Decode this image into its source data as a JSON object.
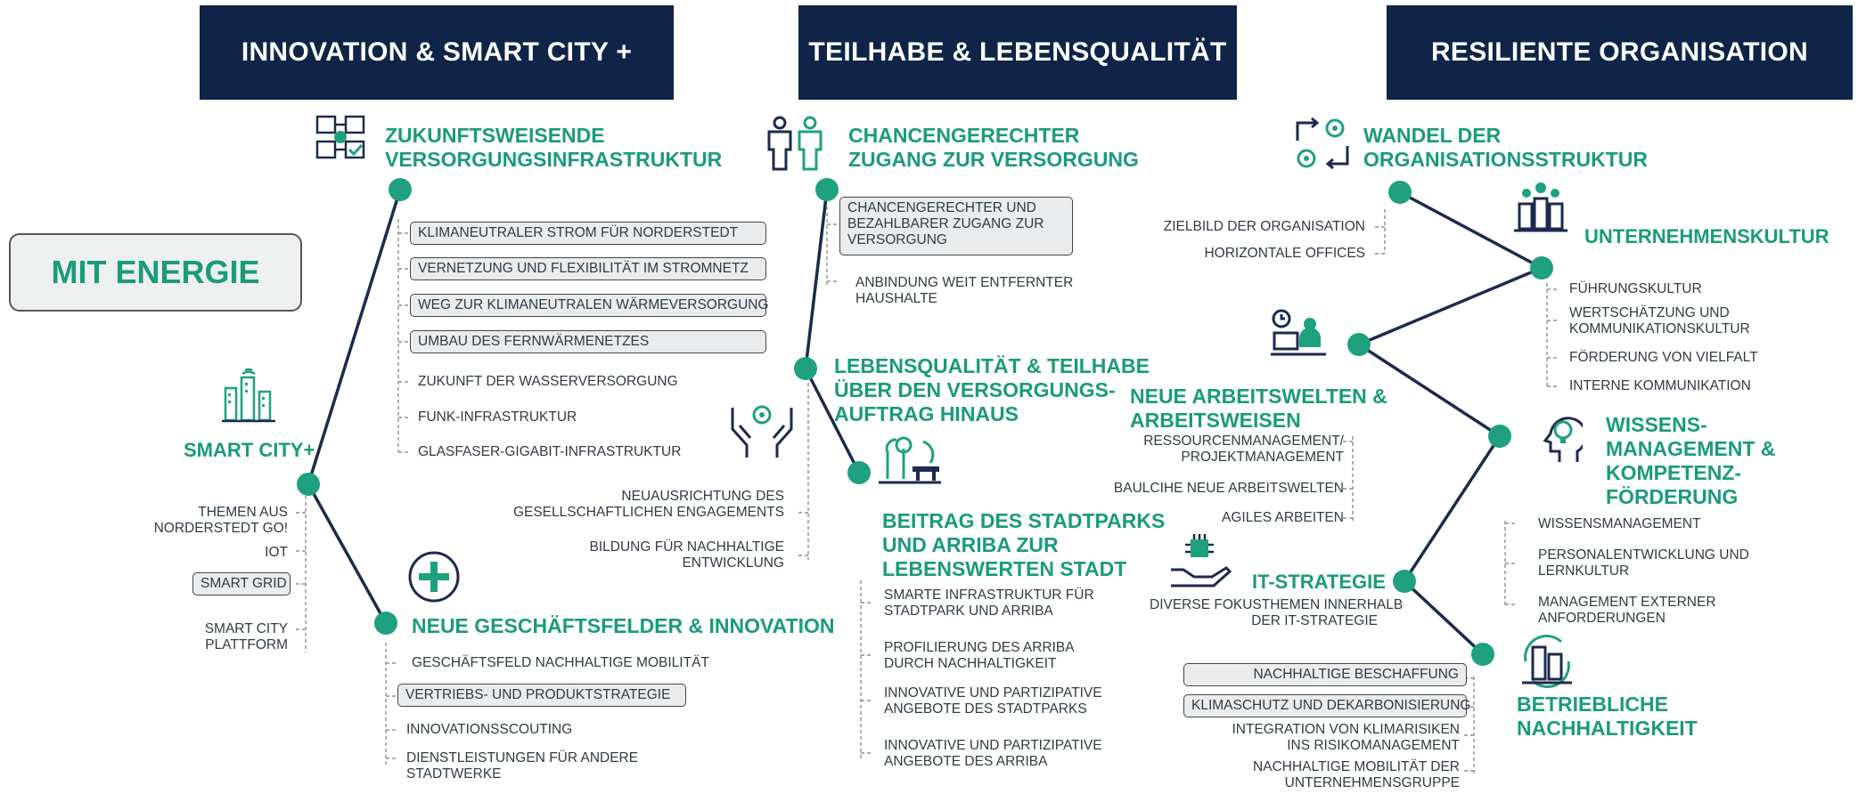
{
  "headers": [
    "INNOVATION & SMART CITY +",
    "TEILHABE & LEBENSQUALITÄT",
    "RESILIENTE ORGANISATION"
  ],
  "main": "MIT ENERGIE",
  "col1": {
    "zukunft": {
      "title": [
        "ZUKUNFTSWEISENDE",
        "VERSORGUNGSINFRASTRUKTUR"
      ],
      "items": [
        "KLIMANEUTRALER STROM FÜR NORDERSTEDT",
        "VERNETZUNG UND FLEXIBILITÄT IM STROMNETZ",
        "WEG ZUR KLIMANEUTRALEN WÄRMEVERSORGUNG",
        "UMBAU DES FERNWÄRMENETZES",
        "ZUKUNFT DER WASSERVERSORGUNG",
        "FUNK-INFRASTRUKTUR",
        "GLASFASER-GIGABIT-INFRASTRUKTUR"
      ]
    },
    "smart": {
      "title": "SMART CITY+",
      "items": [
        "THEMEN AUS",
        "NORDERSTEDT GO!",
        "IOT",
        "SMART GRID",
        "SMART CITY",
        "PLATTFORM"
      ]
    },
    "neue": {
      "title": "NEUE GESCHÄFTSFELDER & INNOVATION",
      "items": [
        "GESCHÄFTSFELD NACHHALTIGE MOBILITÄT",
        "VERTRIEBS- UND PRODUKTSTRATEGIE",
        "INNOVATIONSSCOUTING",
        "DIENSTLEISTUNGEN FÜR ANDERE",
        "STADTWERKE"
      ]
    }
  },
  "col2": {
    "chancen": {
      "title": [
        "CHANCENGERECHTER",
        "ZUGANG ZUR VERSORGUNG"
      ],
      "items": [
        "CHANCENGERECHTER UND",
        "BEZAHLBARER ZUGANG ZUR",
        "VERSORGUNG",
        "ANBINDUNG WEIT ENTFERNTER",
        "HAUSHALTE"
      ]
    },
    "leben": {
      "title": [
        "LEBENSQUALITÄT  & TEILHABE",
        "ÜBER DEN VERSORGUNGS-",
        "AUFTRAG HINAUS"
      ],
      "items": [
        "NEUAUSRICHTUNG DES",
        "GESELLSCHAFTLICHEN ENGAGEMENTS",
        "BILDUNG FÜR NACHHALTIGE",
        "ENTWICKLUNG"
      ]
    },
    "beitrag": {
      "title": [
        "BEITRAG DES STADTPARKS",
        "UND ARRIBA ZUR",
        "LEBENSWERTEN STADT"
      ],
      "items": [
        "SMARTE INFRASTRUKTUR FÜR",
        "STADTPARK UND ARRIBA",
        "PROFILIERUNG DES ARRIBA",
        "DURCH NACHHALTIGKEIT",
        "INNOVATIVE UND PARTIZIPATIVE",
        "ANGEBOTE DES STADTPARKS",
        "INNOVATIVE UND PARTIZIPATIVE",
        "ANGEBOTE DES ARRIBA"
      ]
    }
  },
  "col3": {
    "wandel": {
      "title": [
        "WANDEL DER",
        "ORGANISATIONSSTRUKTUR"
      ],
      "items": [
        "ZIELBILD DER ORGANISATION",
        "HORIZONTALE OFFICES"
      ]
    },
    "kultur": {
      "title": "UNTERNEHMENSKULTUR",
      "items": [
        "FÜHRUNGSKULTUR",
        "WERTSCHÄTZUNG UND",
        "KOMMUNIKATIONSKULTUR",
        "FÖRDERUNG VON VIELFALT",
        "INTERNE KOMMUNIKATION"
      ]
    },
    "arbeit": {
      "title": [
        "NEUE ARBEITSWELTEN &",
        "ARBEITSWEISEN"
      ],
      "items": [
        "RESSOURCENMANAGEMENT/",
        "PROJEKTMANAGEMENT",
        "BAULCIHE NEUE ARBEITSWELTEN",
        "AGILES ARBEITEN"
      ]
    },
    "wissen": {
      "title": [
        "WISSENS-",
        "MANAGEMENT &",
        "KOMPETENZ-",
        "FÖRDERUNG"
      ],
      "items": [
        "WISSENSMANAGEMENT",
        "PERSONALENTWICKLUNG UND",
        "LERNKULTUR",
        "MANAGEMENT EXTERNER",
        "ANFORDERUNGEN"
      ]
    },
    "it": {
      "title": "IT-STRATEGIE",
      "items": [
        "DIVERSE FOKUSTHEMEN INNERHALB",
        "DER IT-STRATEGIE"
      ]
    },
    "betrieb": {
      "title": [
        "BETRIEBLICHE",
        "NACHHALTIGKEIT"
      ],
      "items": [
        "NACHHALTIGE BESCHAFFUNG",
        "KLIMASCHUTZ UND DEKARBONISIERUNG",
        "INTEGRATION VON KLIMARISIKEN",
        "INS RISIKOMANAGEMENT",
        "NACHHALTIGE MOBILITÄT DER",
        "UNTERNEHMENSGRUPPE"
      ]
    }
  },
  "colors": {
    "navy": "#0f2447",
    "teal": "#1a9b7a",
    "node": "#1fa07f",
    "line": "#1d2a4d",
    "text": "#303a45"
  }
}
